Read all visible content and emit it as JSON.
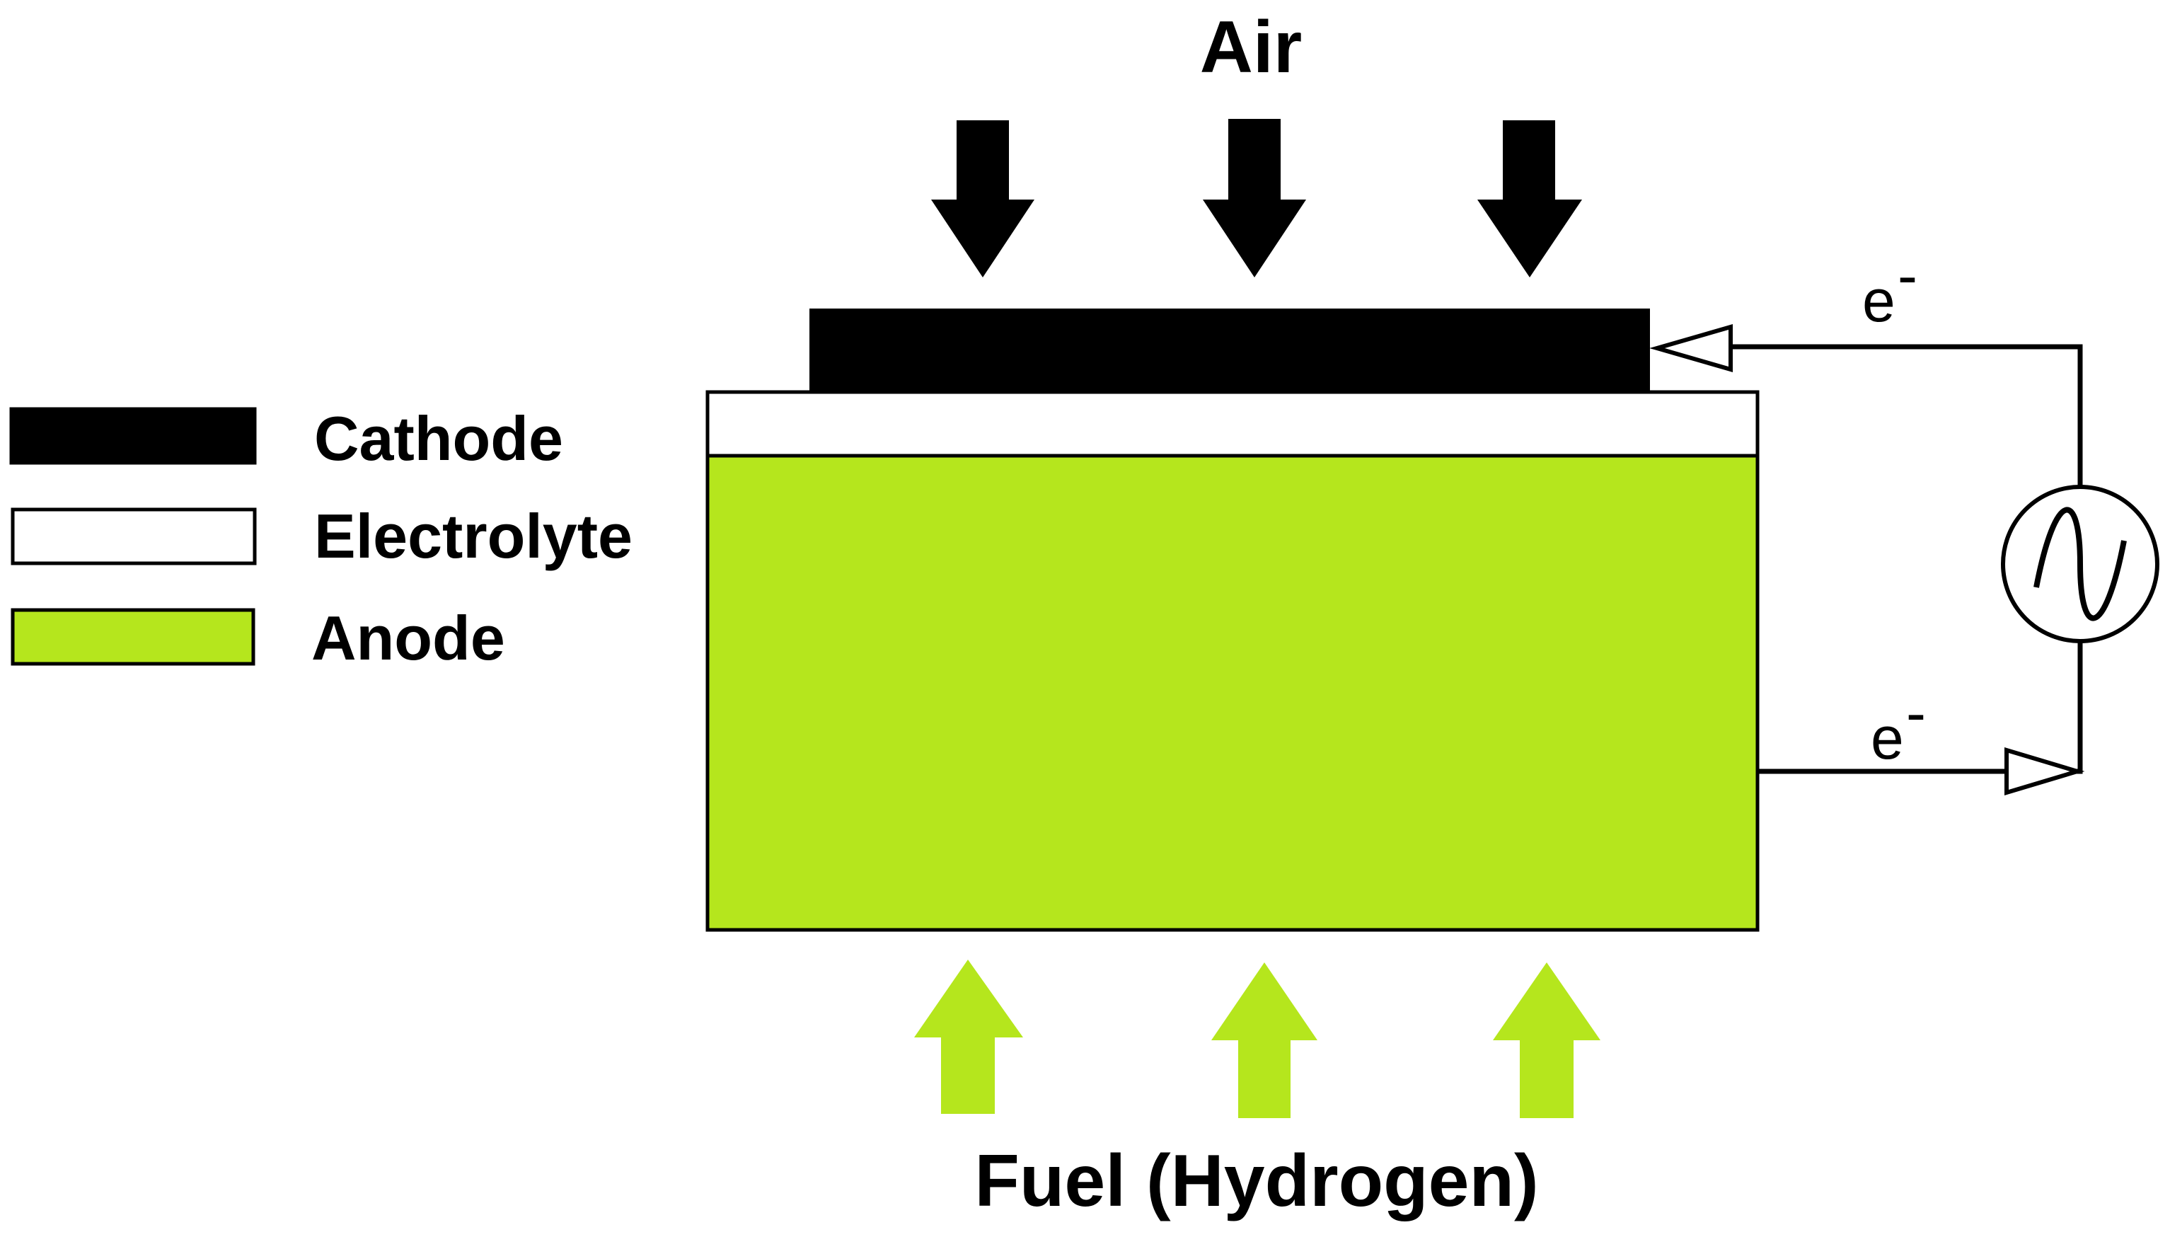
{
  "labels": {
    "air": "Air",
    "fuel": "Fuel (Hydrogen)",
    "electron_top": "e",
    "electron_bottom": "e",
    "electron_charge": "-"
  },
  "legend": {
    "items": [
      {
        "label": "Cathode",
        "color": "#000000"
      },
      {
        "label": "Electrolyte",
        "color": "#ffffff"
      },
      {
        "label": "Anode",
        "color": "#b5e61d"
      }
    ]
  },
  "colors": {
    "cathode": "#000000",
    "electrolyte": "#ffffff",
    "anode": "#b5e61d",
    "air_arrow": "#000000",
    "fuel_arrow": "#b5e61d",
    "wire": "#000000"
  },
  "icons": {
    "ac_source": "ac-source-icon"
  }
}
